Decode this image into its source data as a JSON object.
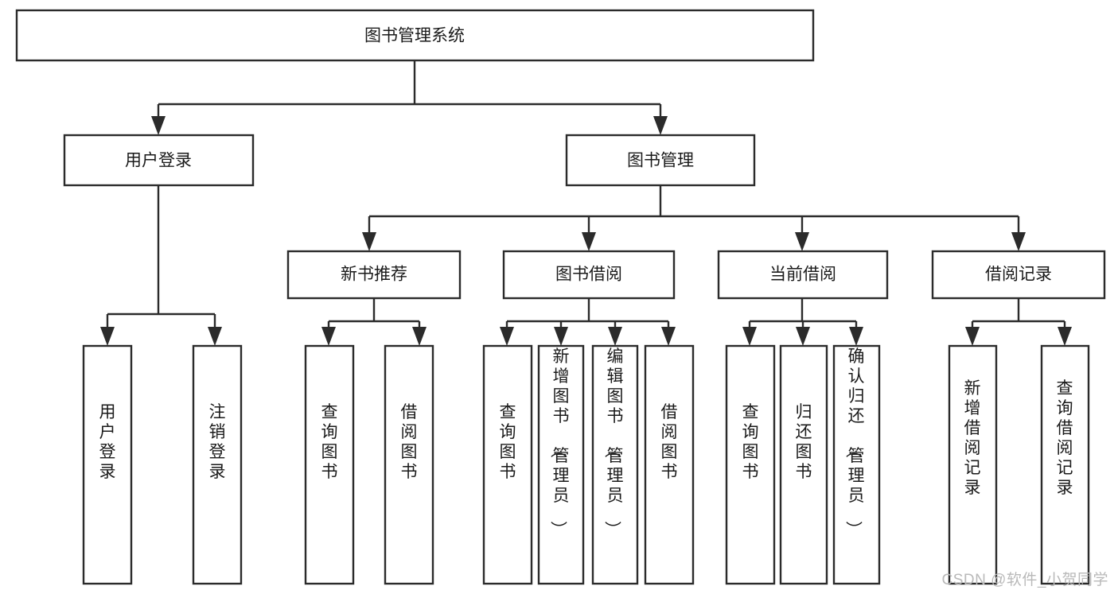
{
  "diagram": {
    "type": "tree-hierarchy",
    "title": "图书管理系统",
    "colors": {
      "box_stroke": "#2b2b2b",
      "box_fill": "#ffffff",
      "connector": "#2b2b2b",
      "text": "#1a1a1a",
      "background": "#ffffff",
      "watermark": "#b9b9b9"
    },
    "levels": {
      "level0": {
        "label": "图书管理系统"
      },
      "level1": [
        {
          "label": "用户登录"
        },
        {
          "label": "图书管理"
        }
      ],
      "level2": [
        {
          "label": "新书推荐"
        },
        {
          "label": "图书借阅"
        },
        {
          "label": "当前借阅"
        },
        {
          "label": "借阅记录"
        }
      ],
      "level3": [
        {
          "label": "用户登录",
          "parent": "用户登录"
        },
        {
          "label": "注销登录",
          "parent": "用户登录"
        },
        {
          "label": "查询图书",
          "parent": "新书推荐"
        },
        {
          "label": "借阅图书",
          "parent": "新书推荐"
        },
        {
          "label": "查询图书",
          "parent": "图书借阅"
        },
        {
          "label": "新增图书（管理员）",
          "parent": "图书借阅"
        },
        {
          "label": "编辑图书（管理员）",
          "parent": "图书借阅"
        },
        {
          "label": "借阅图书",
          "parent": "图书借阅"
        },
        {
          "label": "查询图书",
          "parent": "当前借阅"
        },
        {
          "label": "归还图书",
          "parent": "当前借阅"
        },
        {
          "label": "确认归还（管理员）",
          "parent": "当前借阅"
        },
        {
          "label": "新增借阅记录",
          "parent": "借阅记录"
        },
        {
          "label": "查询借阅记录",
          "parent": "借阅记录"
        }
      ]
    }
  },
  "watermark": {
    "text": "CSDN @软件_小贺同学"
  }
}
